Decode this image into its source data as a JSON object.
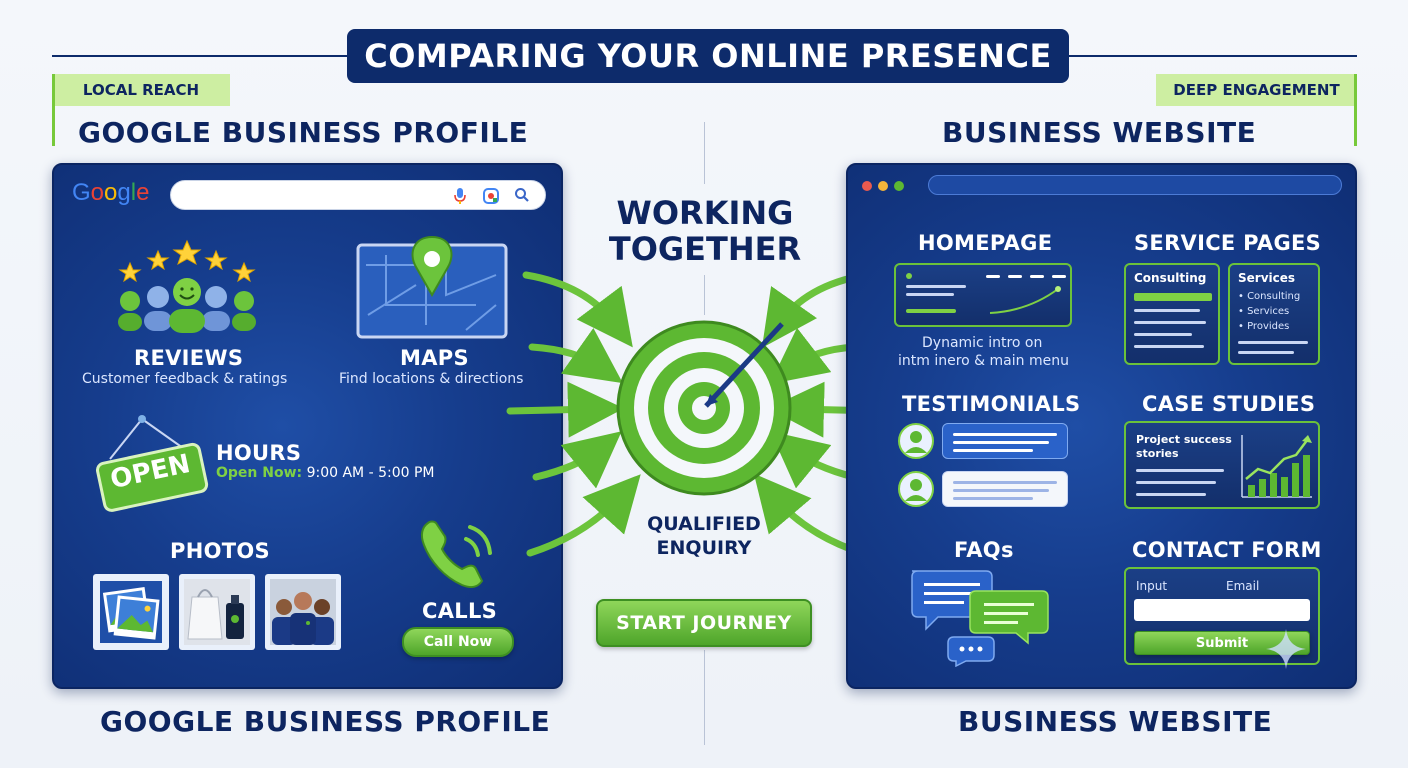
{
  "header": {
    "title": "COMPARING YOUR ONLINE PRESENCE"
  },
  "left": {
    "tag": "LOCAL REACH",
    "title": "GOOGLE BUSINESS PROFILE",
    "footer": "GOOGLE BUSINESS PROFILE",
    "google_logo": "Google",
    "reviews": {
      "label": "REVIEWS",
      "sub": "Customer feedback & ratings"
    },
    "maps": {
      "label": "MAPS",
      "sub": "Find locations & directions"
    },
    "hours": {
      "label": "HOURS",
      "status": "Open Now:",
      "time": "9:00 AM - 5:00 PM",
      "sign": "OPEN"
    },
    "photos": {
      "label": "PHOTOS"
    },
    "calls": {
      "label": "CALLS",
      "button": "Call Now"
    }
  },
  "center": {
    "title_line1": "WORKING",
    "title_line2": "TOGETHER",
    "goal_line1": "QUALIFIED",
    "goal_line2": "ENQUIRY",
    "button": "START JOURNEY"
  },
  "right": {
    "tag": "DEEP ENGAGEMENT",
    "title": "BUSINESS WEBSITE",
    "footer": "BUSINESS WEBSITE",
    "homepage": {
      "label": "HOMEPAGE",
      "desc_line1": "Dynamic intro on",
      "desc_line2": "intm inero & main menu"
    },
    "service_pages": {
      "label": "SERVICE PAGES",
      "card1_title": "Consulting",
      "card2_title": "Services",
      "card2_items": [
        "Consulting",
        "Services",
        "Provides"
      ]
    },
    "testimonials": {
      "label": "TESTIMONIALS"
    },
    "case_studies": {
      "label": "CASE STUDIES",
      "card_text_line1": "Project success",
      "card_text_line2": "stories"
    },
    "faqs": {
      "label": "FAQs"
    },
    "contact": {
      "label": "CONTACT FORM",
      "input_label": "Input",
      "email_label": "Email",
      "submit": "Submit"
    }
  },
  "colors": {
    "navy": "#0d2b6b",
    "green": "#5cb82e",
    "light_green": "#cdeea2",
    "panel_blue": "#163d8d"
  }
}
